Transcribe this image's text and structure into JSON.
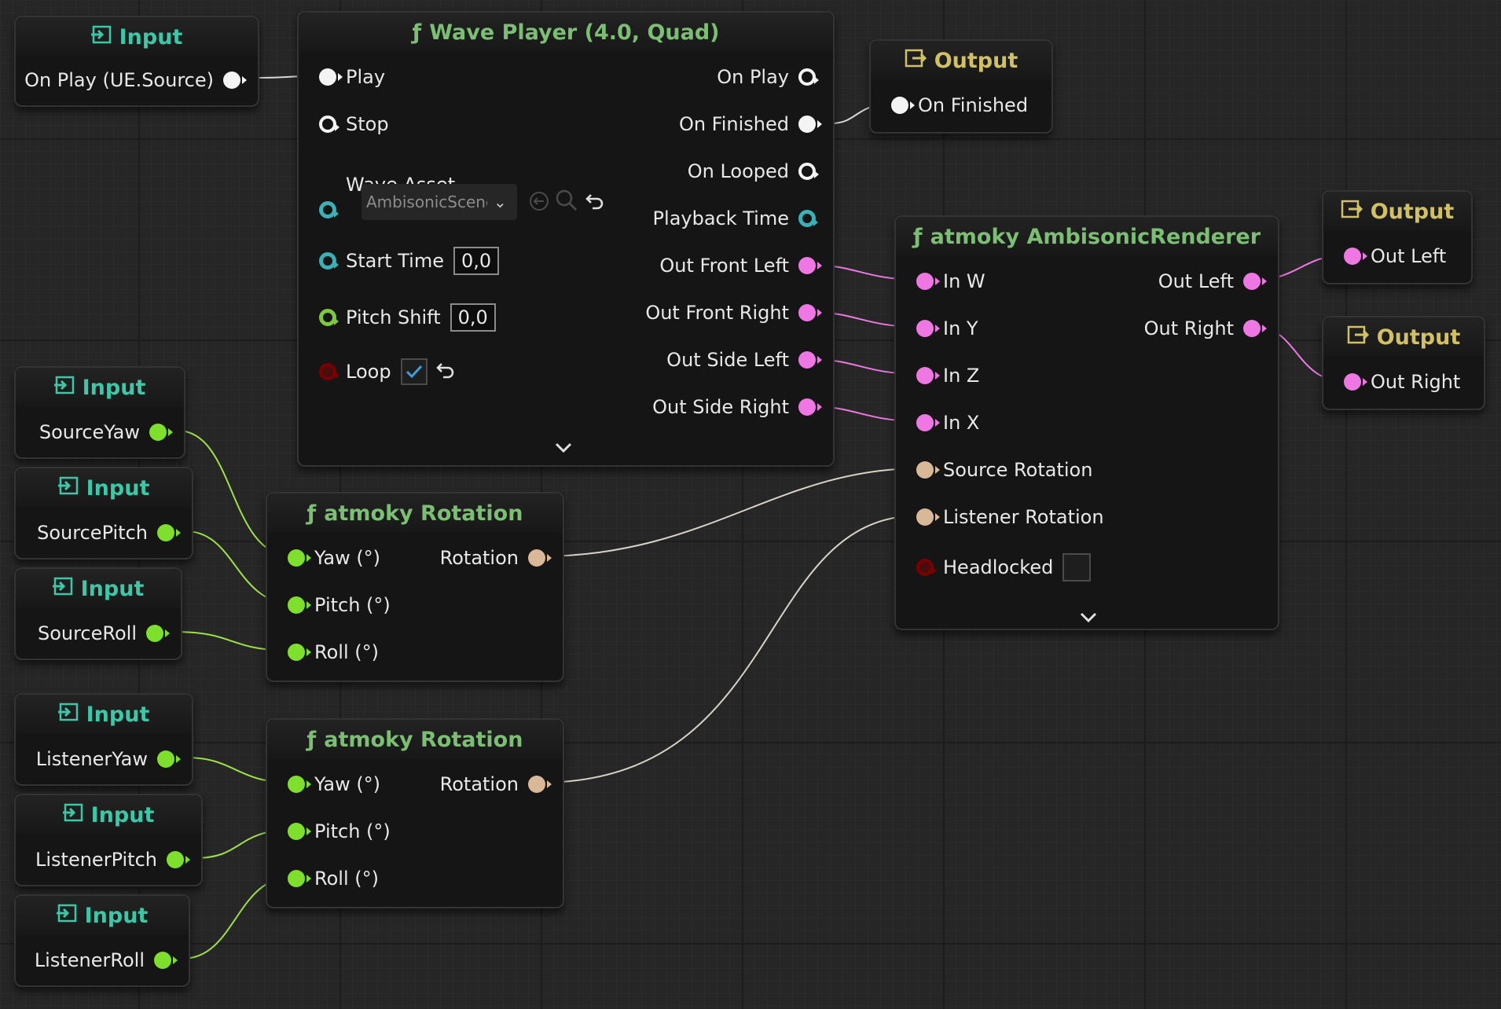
{
  "colors": {
    "exec": "#f4f4f4",
    "audio": "#ee77e4",
    "float": "#7ee02c",
    "rotator": "#d8b896",
    "input_header": "#3cc8a8",
    "output_header": "#d2c064",
    "function_header": "#7cbf74"
  },
  "nodes": {
    "input_onplay": {
      "title": "Input",
      "pin": "On Play (UE.Source)"
    },
    "wave_player": {
      "title": "Wave Player (4.0, Quad)",
      "inputs": {
        "play": "Play",
        "stop": "Stop",
        "wave_asset": "Wave Asset",
        "start_time": "Start Time",
        "pitch_shift": "Pitch Shift",
        "loop": "Loop"
      },
      "outputs": {
        "on_play": "On Play",
        "on_finished": "On Finished",
        "on_looped": "On Looped",
        "playback_time": "Playback Time",
        "out_front_left": "Out Front Left",
        "out_front_right": "Out Front Right",
        "out_side_left": "Out Side Left",
        "out_side_right": "Out Side Right"
      },
      "wave_asset_value": "AmbisonicScene",
      "start_time_value": "0,0",
      "pitch_shift_value": "0,0",
      "loop_checked": true
    },
    "output_onfinished": {
      "title": "Output",
      "pin": "On Finished"
    },
    "renderer": {
      "title": "atmoky AmbisonicRenderer",
      "inputs": {
        "in_w": "In W",
        "in_y": "In Y",
        "in_z": "In Z",
        "in_x": "In X",
        "source_rotation": "Source Rotation",
        "listener_rotation": "Listener Rotation",
        "headlocked": "Headlocked"
      },
      "outputs": {
        "out_left": "Out Left",
        "out_right": "Out Right"
      },
      "headlocked_checked": false
    },
    "output_left": {
      "title": "Output",
      "pin": "Out Left"
    },
    "output_right": {
      "title": "Output",
      "pin": "Out Right"
    },
    "input_sourceyaw": {
      "title": "Input",
      "pin": "SourceYaw"
    },
    "input_sourcepitch": {
      "title": "Input",
      "pin": "SourcePitch"
    },
    "input_sourceroll": {
      "title": "Input",
      "pin": "SourceRoll"
    },
    "input_listeneryaw": {
      "title": "Input",
      "pin": "ListenerYaw"
    },
    "input_listenerpitch": {
      "title": "Input",
      "pin": "ListenerPitch"
    },
    "input_listenerroll": {
      "title": "Input",
      "pin": "ListenerRoll"
    },
    "rotation_source": {
      "title": "atmoky Rotation",
      "inputs": {
        "yaw": "Yaw (°)",
        "pitch": "Pitch (°)",
        "roll": "Roll (°)"
      },
      "output": "Rotation"
    },
    "rotation_listener": {
      "title": "atmoky Rotation",
      "inputs": {
        "yaw": "Yaw (°)",
        "pitch": "Pitch (°)",
        "roll": "Roll (°)"
      },
      "output": "Rotation"
    }
  }
}
